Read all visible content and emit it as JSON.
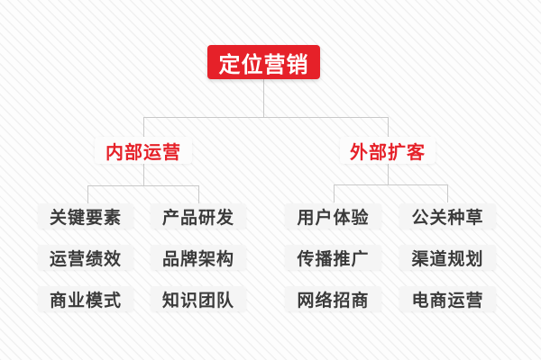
{
  "tree": {
    "root": {
      "label": "定位营销"
    },
    "branches": [
      {
        "label": "内部运营",
        "children": [
          "关键要素",
          "产品研发",
          "运营绩效",
          "品牌架构",
          "商业模式",
          "知识团队"
        ]
      },
      {
        "label": "外部扩客",
        "children": [
          "用户体验",
          "公关种草",
          "传播推广",
          "渠道规划",
          "网络招商",
          "电商运营"
        ]
      }
    ]
  },
  "colors": {
    "accent": "#e62129",
    "line": "#c9c9c9",
    "leaf-text": "#3a3a3a",
    "leaf-bg": "#f5f5f5",
    "branch-bg": "#fcfcfc"
  }
}
